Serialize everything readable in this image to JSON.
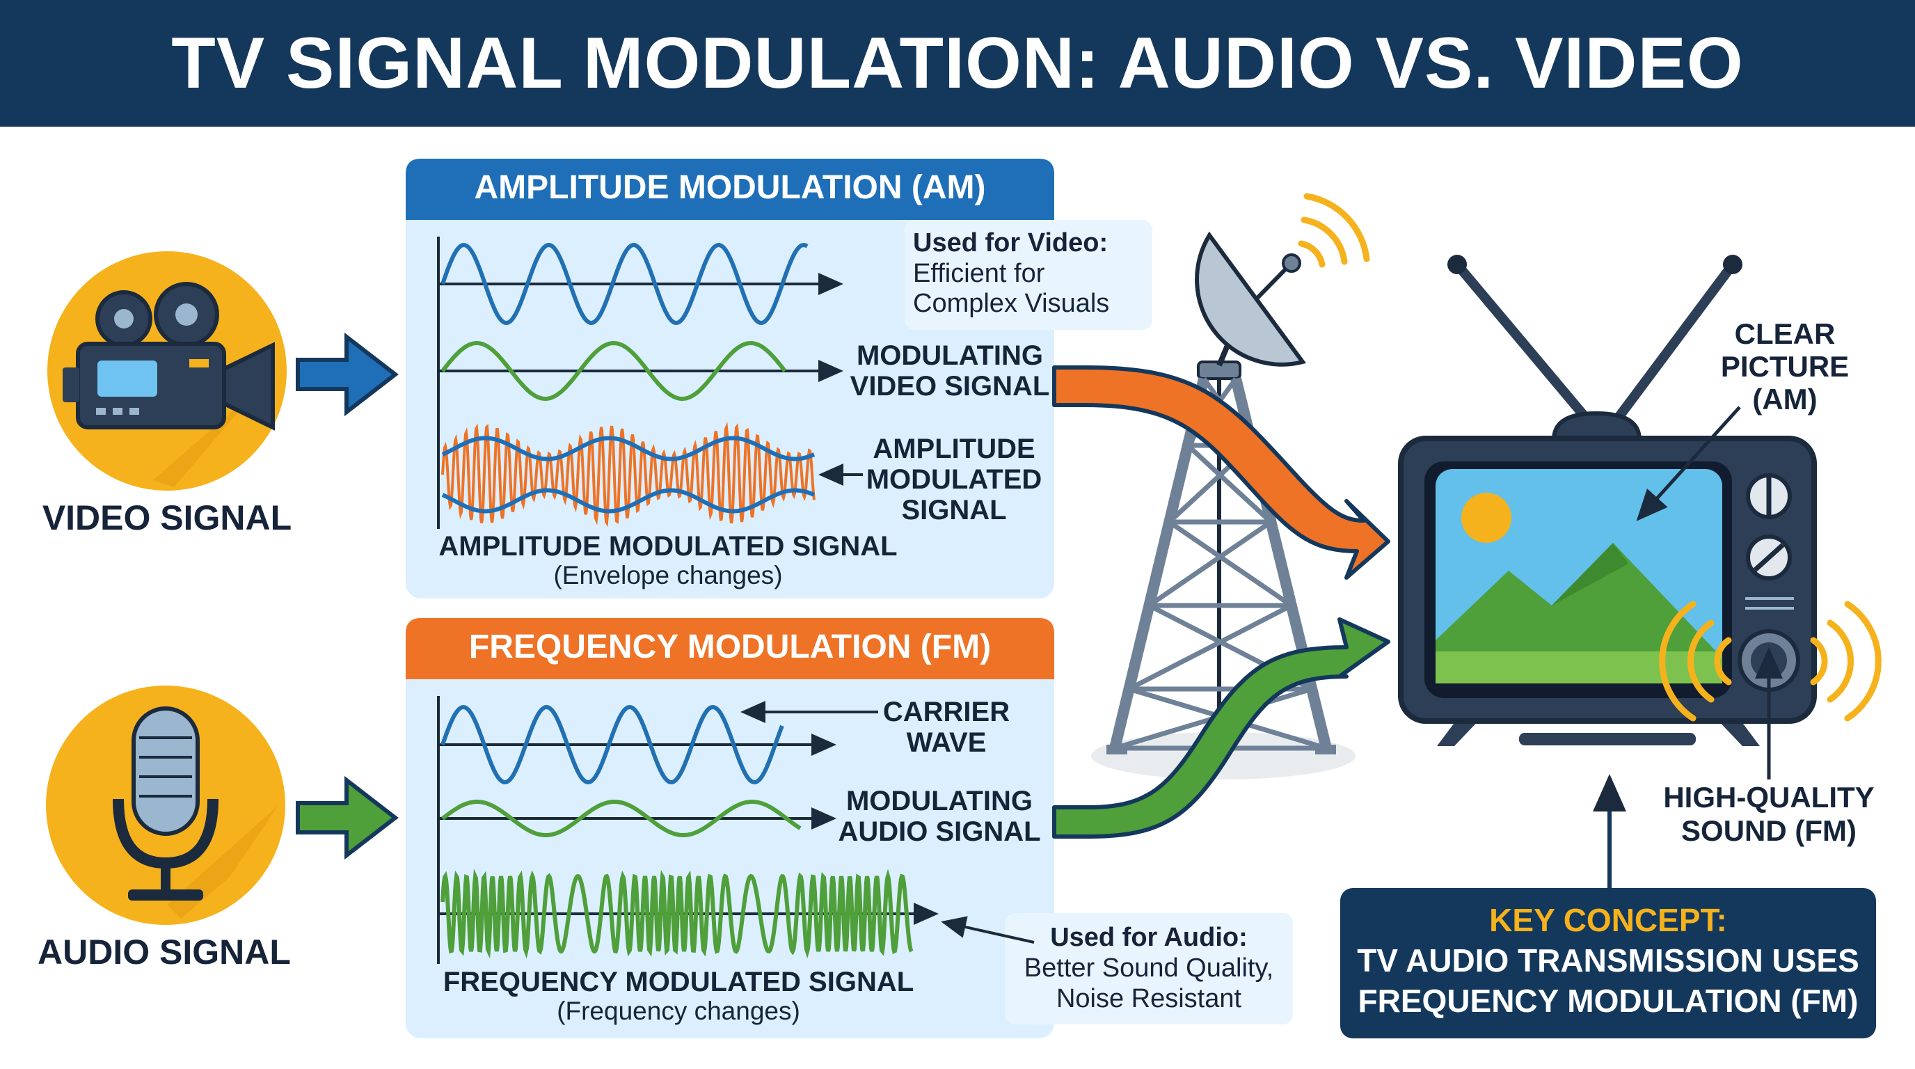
{
  "title": "TV SIGNAL MODULATION: AUDIO VS. VIDEO",
  "sources": {
    "video": {
      "label": "VIDEO SIGNAL",
      "icon": "video-camera-icon"
    },
    "audio": {
      "label": "AUDIO SIGNAL",
      "icon": "microphone-icon"
    }
  },
  "am_panel": {
    "header": "AMPLITUDE MODULATION (AM)",
    "note_title": "Used for Video:",
    "note_body": [
      "Efficient for",
      "Complex Visuals"
    ],
    "modulating_label": [
      "MODULATING",
      "VIDEO SIGNAL"
    ],
    "modulated_label": [
      "AMPLITUDE",
      "MODULATED",
      "SIGNAL"
    ],
    "caption": "AMPLITUDE MODULATED SIGNAL",
    "caption_sub": "(Envelope changes)"
  },
  "fm_panel": {
    "header": "FREQUENCY MODULATION (FM)",
    "carrier_label": [
      "CARRIER",
      "WAVE"
    ],
    "modulating_label": [
      "MODULATING",
      "AUDIO SIGNAL"
    ],
    "caption": "FREQUENCY MODULATED SIGNAL",
    "caption_sub": "(Frequency changes)",
    "note_title": "Used for Audio:",
    "note_body": [
      "Better Sound Quality,",
      "Noise Resistant"
    ]
  },
  "tower": {
    "icon": "broadcast-tower-icon",
    "dish_icon": "satellite-dish-icon"
  },
  "tv": {
    "icon": "television-icon",
    "picture_label": [
      "CLEAR",
      "PICTURE",
      "(AM)"
    ],
    "sound_label": [
      "HIGH-QUALITY",
      "SOUND (FM)"
    ]
  },
  "key_concept": {
    "title": "KEY CONCEPT:",
    "body": [
      "TV AUDIO TRANSMISSION USES",
      "FREQUENCY MODULATION (FM)"
    ]
  },
  "colors": {
    "navy": "#14385c",
    "am_blue": "#1e6fb8",
    "fm_orange": "#ee7326",
    "signal_green": "#4f9f3a",
    "carrier_blue": "#2170b2",
    "panel_bg": "#dcefff",
    "circle_yellow": "#f6b21c"
  }
}
